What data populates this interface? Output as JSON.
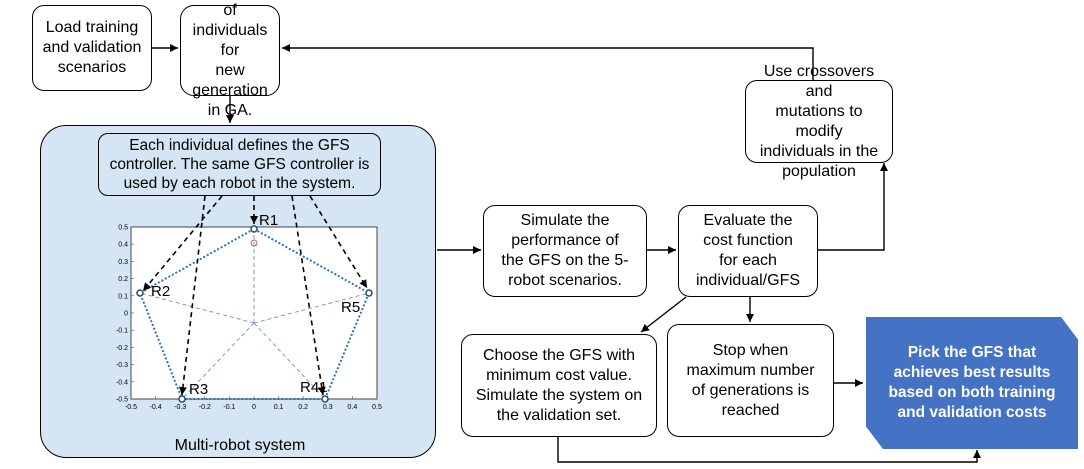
{
  "nodes": {
    "load": "Load training\nand validation\nscenarios",
    "create": "Create set\nof\nindividuals for\nnew generation\nin GA.",
    "individual": "Each individual defines the GFS\ncontroller. The same GFS controller is\nused by each robot in the system.",
    "simulate": "Simulate the\nperformance of\nthe GFS on the 5-\nrobot scenarios.",
    "evaluate": "Evaluate the\ncost function\nfor each\nindividual/GFS",
    "crossover": "Use crossovers and\nmutations to modify\nindividuals in the\npopulation",
    "choose": "Choose the GFS with\nminimum cost value.\nSimulate the system on\nthe validation set.",
    "stop": "Stop when\nmaximum number\nof generations is\nreached",
    "pick": "Pick the GFS that\nachieves best results\nbased on both training\nand validation costs"
  },
  "cluster_caption": "Multi-robot system",
  "plot": {
    "x_ticks": [
      "-0.5",
      "-0.4",
      "-0.3",
      "-0.2",
      "-0.1",
      "0",
      "0.1",
      "0.2",
      "0.3",
      "0.4",
      "0.5"
    ],
    "y_ticks": [
      "0.5",
      "0.4",
      "0.3",
      "0.2",
      "0.1",
      "0",
      "-0.1",
      "-0.2",
      "-0.3",
      "-0.4",
      "-0.5"
    ],
    "robots": [
      "R1",
      "R2",
      "R3",
      "R41",
      "R5"
    ]
  },
  "colors": {
    "cluster_fill": "#d5e5f3",
    "final_fill": "#4472c4",
    "pentagon": "#2e75b6",
    "robot_marker": "#1f4e79"
  }
}
